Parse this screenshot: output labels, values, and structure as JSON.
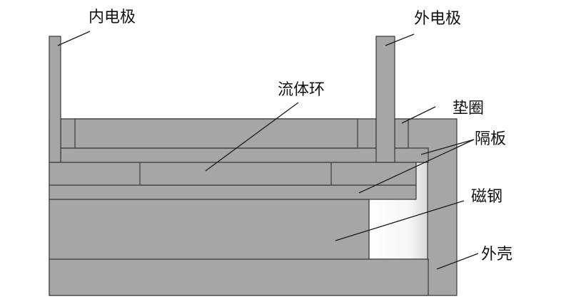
{
  "labels": {
    "inner_electrode": "内电极",
    "outer_electrode": "外电极",
    "fluid_ring": "流体环",
    "gasket": "垫圈",
    "separator": "隔板",
    "magnet": "磁钢",
    "shell": "外壳"
  },
  "colors": {
    "part_fill": "#a6a6a6",
    "outline": "#3a3a3a",
    "leader": "#1a1a1a",
    "text": "#111111"
  }
}
